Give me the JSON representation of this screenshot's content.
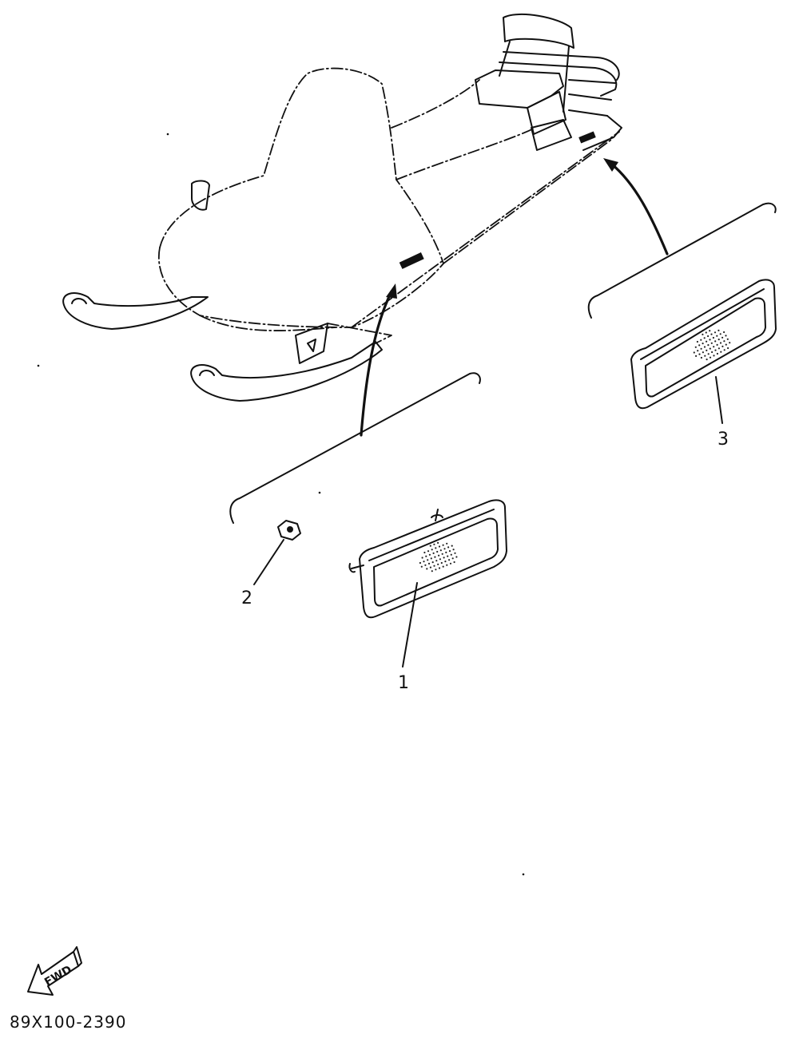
{
  "callouts": [
    {
      "number": "1"
    },
    {
      "number": "2"
    },
    {
      "number": "3"
    }
  ],
  "direction_arrow": {
    "label": "FWD",
    "icon": "fwd-arrow-icon"
  },
  "drawing_code": "89X100-2390",
  "colors": {
    "ink": "#111111",
    "background": "#ffffff"
  }
}
